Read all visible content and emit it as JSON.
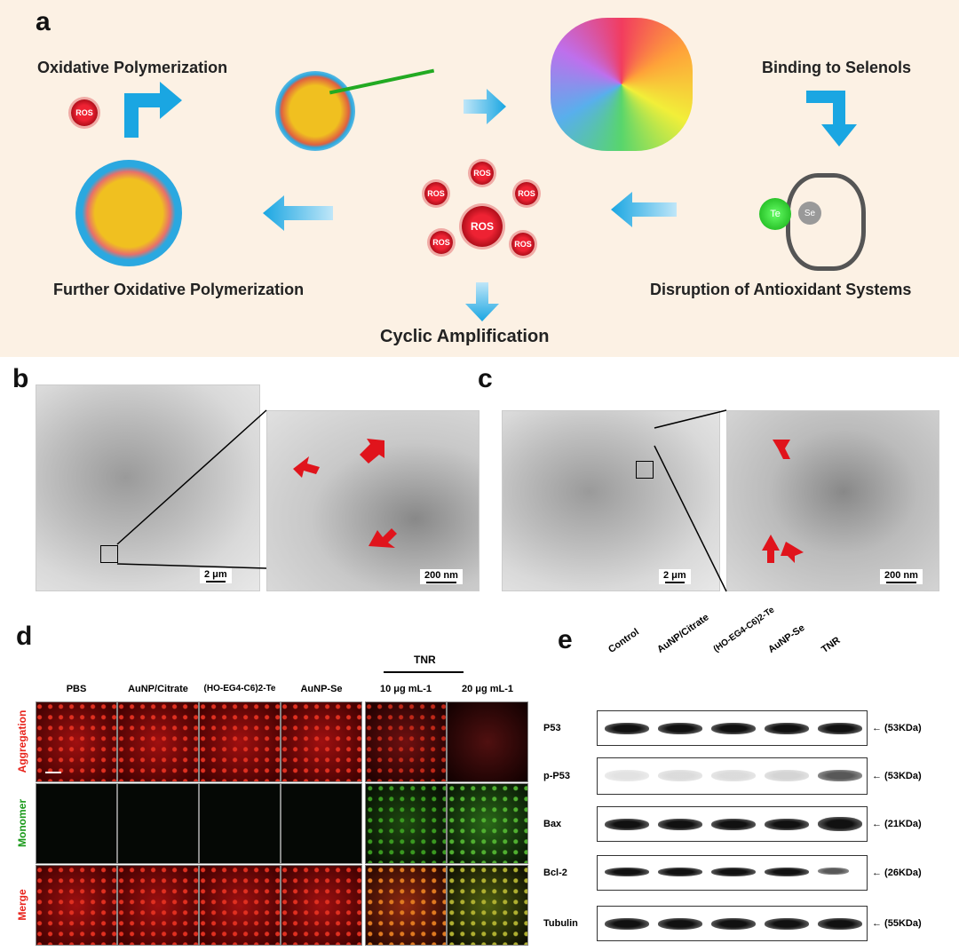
{
  "panel_labels": {
    "a": "a",
    "b": "b",
    "c": "c",
    "d": "d",
    "e": "e"
  },
  "panel_a": {
    "oxidative_polymerization": "Oxidative Polymerization",
    "binding_to_selenols": "Binding to Selenols",
    "further_oxidative_polymerization": "Further Oxidative Polymerization",
    "disruption": "Disruption of Antioxidant Systems",
    "cyclic_amplification": "Cyclic Amplification",
    "ros": "ROS",
    "se": "Se",
    "te": "Te"
  },
  "panel_b": {
    "scale_left": "2 μm",
    "scale_right": "200 nm"
  },
  "panel_c": {
    "scale_left": "2 μm",
    "scale_right": "200 nm"
  },
  "panel_d": {
    "group_label": "TNR",
    "columns": [
      "PBS",
      "AuNP/Citrate",
      "(HO-EG4-C6)2-Te",
      "AuNP-Se",
      "10 μg mL-1",
      "20 μg mL-1"
    ],
    "rows": [
      "Aggregation",
      "Monomer",
      "Merge"
    ],
    "row_colors": [
      "#e8241c",
      "#1a9a1a",
      "#e8241c"
    ]
  },
  "panel_e": {
    "columns": [
      "Control",
      "AuNP/Citrate",
      "(HO-EG4-C6)2-Te",
      "AuNP-Se",
      "TNR"
    ],
    "rows": [
      {
        "label": "P53",
        "mw": "← (53KDa)"
      },
      {
        "label": "p-P53",
        "mw": "← (53KDa)"
      },
      {
        "label": "Bax",
        "mw": "← (21KDa)"
      },
      {
        "label": "Bcl-2",
        "mw": "← (26KDa)"
      },
      {
        "label": "Tubulin",
        "mw": "← (55KDa)"
      }
    ]
  }
}
